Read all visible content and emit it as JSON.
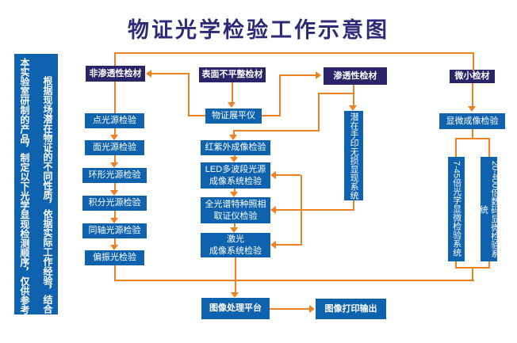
{
  "title": "物证光学检验工作示意图",
  "colors": {
    "title-text": "#2d2a78",
    "header-box": "#2a2468",
    "process-box": "#0f62ae",
    "arrow": "#ee8122",
    "box-text": "#ffffff",
    "background": "#ffffff"
  },
  "sidebar": {
    "column_right": "根据现场潜在物证的不同性质，依据实际工作经验，结合",
    "column_left": "本实验室研制的产品，制定以下光学显现检测顺序，仅供参考"
  },
  "branches": {
    "non_permeable": {
      "header": "非渗透性检材",
      "steps": [
        "点光源检验",
        "面光源检验",
        "环形光源检验",
        "积分光源检验",
        "同轴光源检验",
        "偏振光检验"
      ]
    },
    "uneven_surface": {
      "header": "表面不平整检材",
      "flattener": "物证展平仪",
      "steps": [
        "红紫外成像检验",
        "LED多波段光源\n成像系统检验",
        "全光谱特种照相\n取证仪检验",
        "激光\n成像系统检验"
      ]
    },
    "permeable": {
      "header": "渗透性检材",
      "system": "潜在手印无损显现系统"
    },
    "micro": {
      "header": "微小检材",
      "step": "显微成像检验",
      "systems": [
        "7-45倍光学显微检验系统",
        "20-400倍数码显微检验系统"
      ]
    }
  },
  "output": {
    "platform": "图像处理平台",
    "print": "图像打印输出"
  }
}
